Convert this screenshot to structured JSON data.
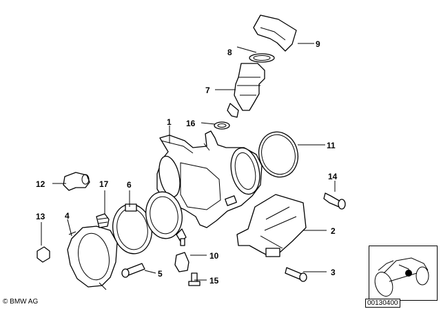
{
  "callouts": {
    "c1": "1",
    "c2": "2",
    "c3": "3",
    "c4": "4",
    "c5": "5",
    "c6": "6",
    "c7": "7",
    "c8": "8",
    "c9": "9",
    "c10": "10",
    "c11": "11",
    "c12": "12",
    "c13": "13",
    "c14": "14",
    "c15": "15",
    "c16": "16",
    "c17": "17"
  },
  "footer": {
    "copyright": "© BMW AG",
    "document_id": "00130400"
  }
}
